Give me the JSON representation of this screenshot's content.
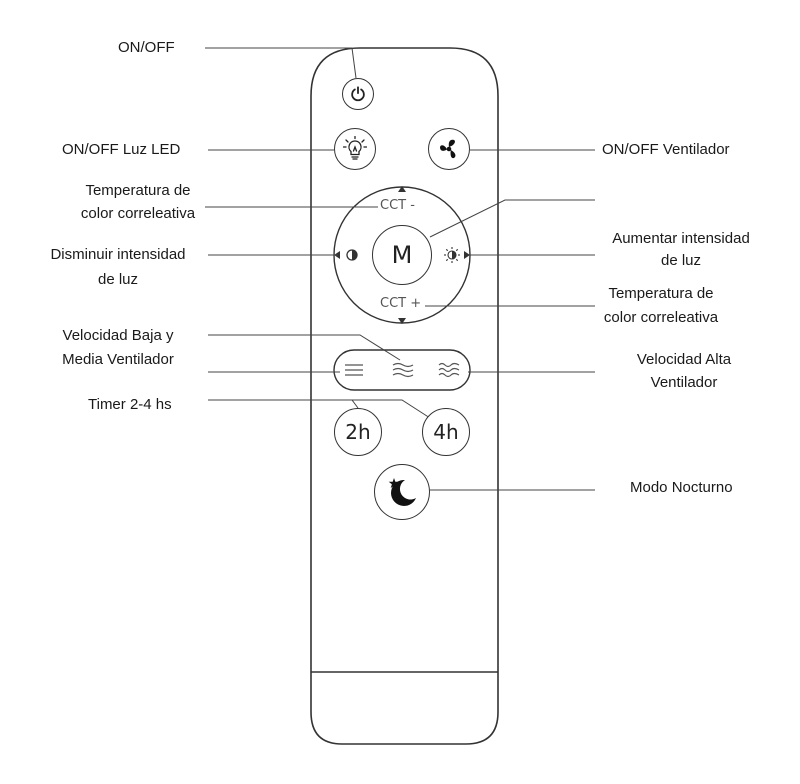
{
  "labels": {
    "on_off": "ON/OFF",
    "led": "ON/OFF Luz LED",
    "fan": "ON/OFF Ventilador",
    "cct_top_1": "Temperatura de",
    "cct_top_2": "color correleativa",
    "dim_1": "Disminuir intensidad",
    "dim_2": "de luz",
    "inc_1": "Aumentar intensidad",
    "inc_2": "de luz",
    "cct_bot_1": "Temperatura de",
    "cct_bot_2": "color correleativa",
    "speed_low_1": "Velocidad Baja y",
    "speed_low_2": "Media Ventilador",
    "speed_high_1": "Velocidad Alta",
    "speed_high_2": "Ventilador",
    "timer": "Timer 2-4 hs",
    "night": "Modo Nocturno"
  },
  "remote": {
    "cct_minus": "CCT -",
    "cct_plus": "CCT +",
    "mode": "M",
    "timer_2h": "2h",
    "timer_4h": "4h"
  },
  "icons": [
    "power-icon",
    "bulb-icon",
    "fan-icon",
    "dim-icon",
    "brighten-icon",
    "wind-low-icon",
    "wind-mid-icon",
    "wind-high-icon",
    "moon-star-icon"
  ],
  "colors": {
    "line": "#333333",
    "text": "#1a1a1a"
  }
}
